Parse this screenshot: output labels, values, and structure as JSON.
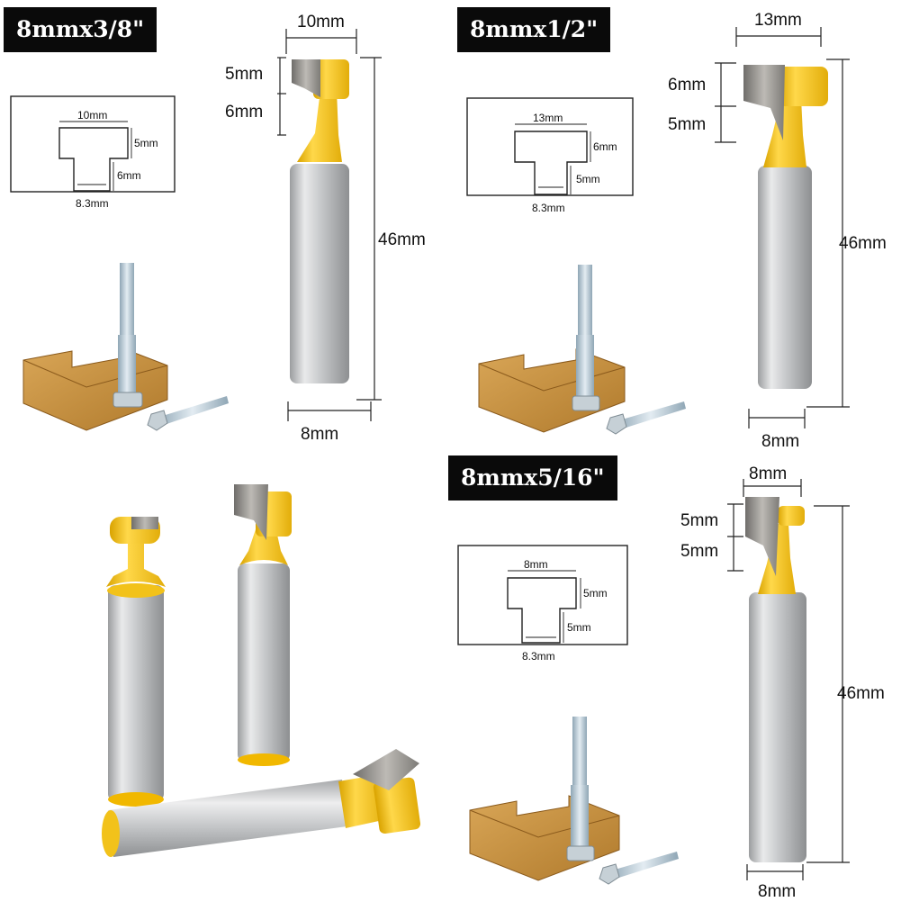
{
  "bits": [
    {
      "title": "8mmx3/8\"",
      "cut_width": "10mm",
      "upper_height": "5mm",
      "lower_height": "6mm",
      "length": "46mm",
      "shank": "8mm",
      "diagram": {
        "width": "10mm",
        "top": "5mm",
        "bottom": "6mm",
        "slot": "8.3mm"
      }
    },
    {
      "title": "8mmx1/2\"",
      "cut_width": "13mm",
      "upper_height": "6mm",
      "lower_height": "5mm",
      "length": "46mm",
      "shank": "8mm",
      "diagram": {
        "width": "13mm",
        "top": "6mm",
        "bottom": "5mm",
        "slot": "8.3mm"
      }
    },
    {
      "title": "8mmx5/16\"",
      "cut_width": "8mm",
      "upper_height": "5mm",
      "lower_height": "5mm",
      "length": "46mm",
      "shank": "8mm",
      "diagram": {
        "width": "8mm",
        "top": "5mm",
        "bottom": "5mm",
        "slot": "8.3mm"
      }
    }
  ],
  "colors": {
    "cutter_yellow": "#F2C21A",
    "shank_silver": "#C8CACC",
    "carbide_grey": "#8E8C88",
    "wood": "#C9923E",
    "badge_bg": "#0A0A0A"
  }
}
